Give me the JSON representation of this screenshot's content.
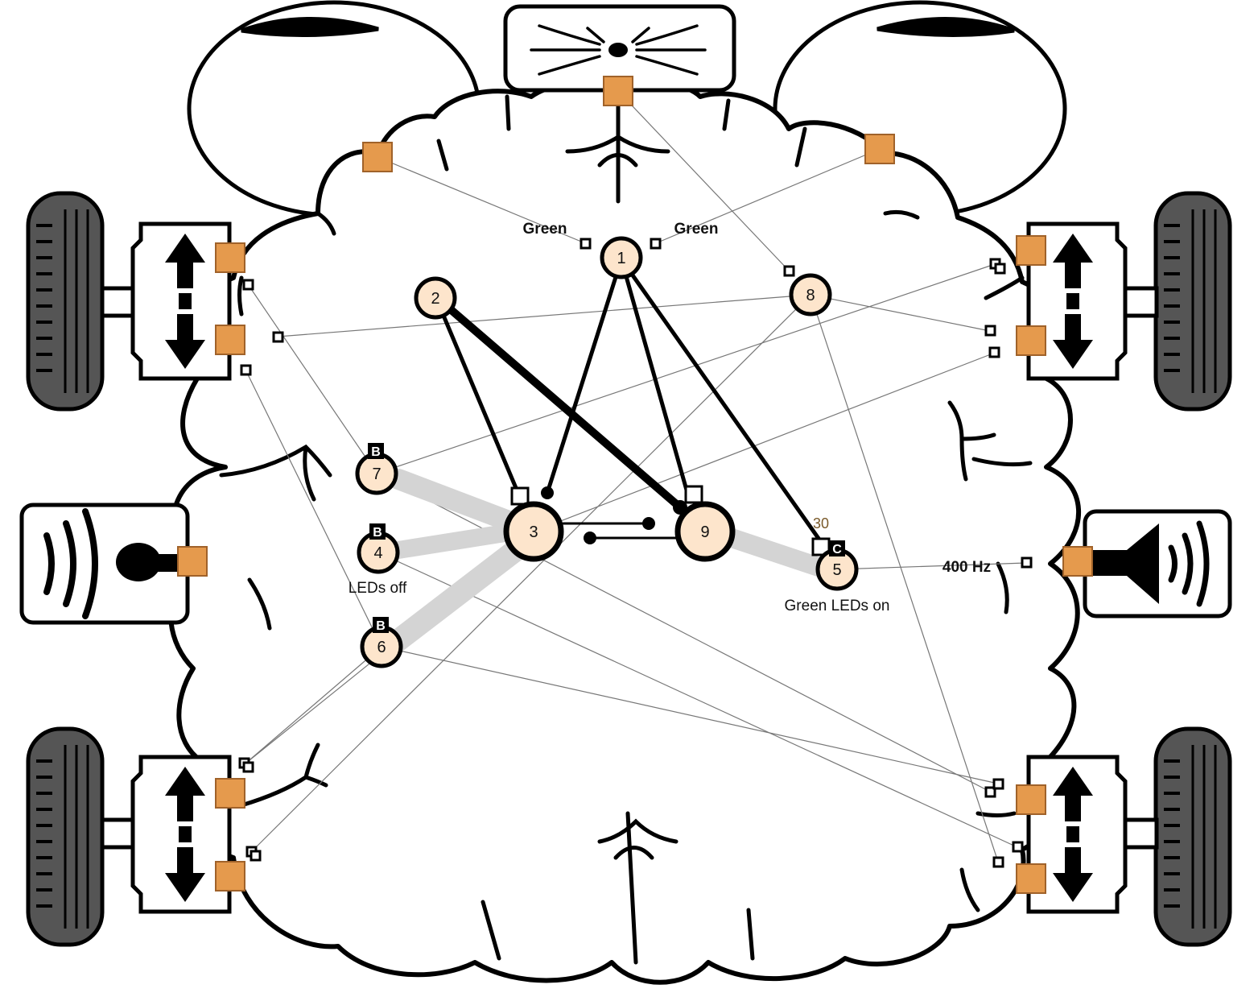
{
  "colors": {
    "outline": "#000000",
    "neuron_fill": "#fde5cc",
    "port_fill": "#e59a4d",
    "port_stroke": "#a0622a",
    "tire_fill": "#555555",
    "weight_color": "#7a5a2a",
    "shadow": "#d4d4d4"
  },
  "neurons": [
    {
      "id": "1",
      "label": "1",
      "size": "small"
    },
    {
      "id": "2",
      "label": "2",
      "size": "small"
    },
    {
      "id": "3",
      "label": "3",
      "size": "large"
    },
    {
      "id": "4",
      "label": "4",
      "size": "small",
      "badge": "B",
      "caption": "LEDs off"
    },
    {
      "id": "5",
      "label": "5",
      "size": "small",
      "badge": "C",
      "caption": "Green LEDs on",
      "weight": "30"
    },
    {
      "id": "6",
      "label": "6",
      "size": "small",
      "badge": "B"
    },
    {
      "id": "7",
      "label": "7",
      "size": "small",
      "badge": "B"
    },
    {
      "id": "8",
      "label": "8",
      "size": "small"
    },
    {
      "id": "9",
      "label": "9",
      "size": "large"
    }
  ],
  "sensor_labels": {
    "camera_left": "Green",
    "camera_right": "Green",
    "speaker": "400 Hz"
  },
  "icons": {
    "camera": "camera-icon",
    "microphone": "microphone-icon",
    "speaker": "speaker-icon",
    "motor": "motor-arrows-icon",
    "wheel": "wheel-icon"
  }
}
